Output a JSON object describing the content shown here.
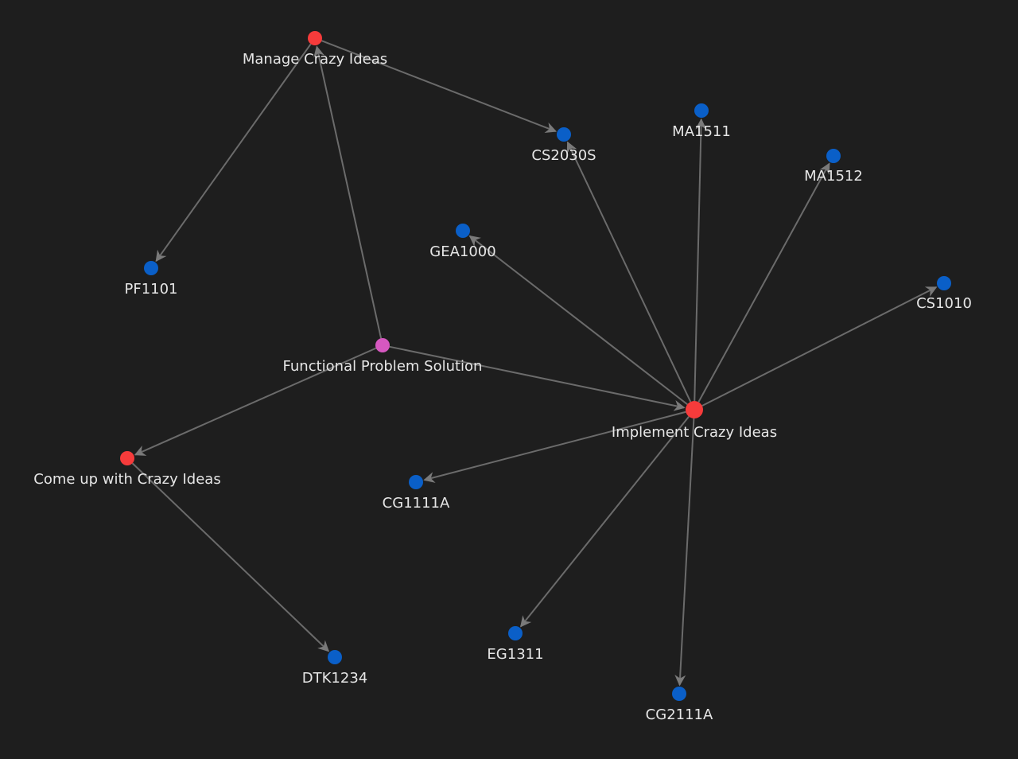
{
  "colors": {
    "background": "#1e1e1e",
    "edge": "#6b6b6b",
    "label": "#e6e6e6",
    "topic": "#f63b3b",
    "root": "#d658c0",
    "module": "#0a5fc8"
  },
  "nodes": [
    {
      "id": "manage",
      "label": "Manage Crazy Ideas",
      "kind": "topic"
    },
    {
      "id": "fps",
      "label": "Functional Problem Solution",
      "kind": "root"
    },
    {
      "id": "implement",
      "label": "Implement Crazy Ideas",
      "kind": "topic"
    },
    {
      "id": "comeup",
      "label": "Come up with Crazy Ideas",
      "kind": "topic"
    },
    {
      "id": "pf1101",
      "label": "PF1101",
      "kind": "module"
    },
    {
      "id": "cs2030s",
      "label": "CS2030S",
      "kind": "module"
    },
    {
      "id": "ma1511",
      "label": "MA1511",
      "kind": "module"
    },
    {
      "id": "ma1512",
      "label": "MA1512",
      "kind": "module"
    },
    {
      "id": "gea1000",
      "label": "GEA1000",
      "kind": "module"
    },
    {
      "id": "cs1010",
      "label": "CS1010",
      "kind": "module"
    },
    {
      "id": "cg1111a",
      "label": "CG1111A",
      "kind": "module"
    },
    {
      "id": "eg1311",
      "label": "EG1311",
      "kind": "module"
    },
    {
      "id": "cg2111a",
      "label": "CG2111A",
      "kind": "module"
    },
    {
      "id": "dtk1234",
      "label": "DTK1234",
      "kind": "module"
    }
  ],
  "edges": [
    {
      "from": "fps",
      "to": "manage"
    },
    {
      "from": "fps",
      "to": "implement"
    },
    {
      "from": "fps",
      "to": "comeup"
    },
    {
      "from": "manage",
      "to": "pf1101"
    },
    {
      "from": "manage",
      "to": "cs2030s"
    },
    {
      "from": "implement",
      "to": "cs2030s"
    },
    {
      "from": "implement",
      "to": "ma1511"
    },
    {
      "from": "implement",
      "to": "ma1512"
    },
    {
      "from": "implement",
      "to": "gea1000"
    },
    {
      "from": "implement",
      "to": "cs1010"
    },
    {
      "from": "implement",
      "to": "cg1111a"
    },
    {
      "from": "implement",
      "to": "eg1311"
    },
    {
      "from": "implement",
      "to": "cg2111a"
    },
    {
      "from": "comeup",
      "to": "dtk1234"
    }
  ]
}
